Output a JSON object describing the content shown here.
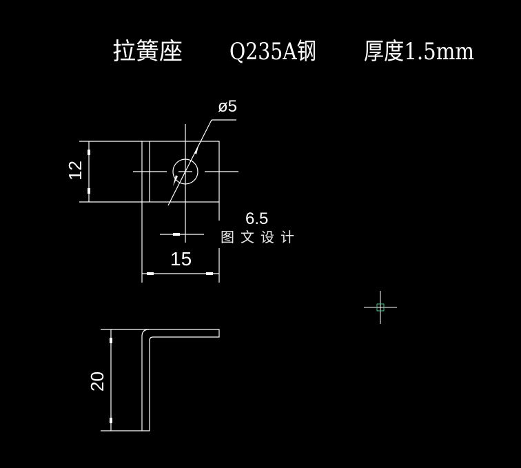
{
  "drawing": {
    "title_part": "拉簧座",
    "title_material": "Q235A钢",
    "title_thickness": "厚度1.5mm",
    "dim_diameter": "ø5",
    "dim_height_top": "12",
    "dim_width": "15",
    "dim_offset": "6.5",
    "dim_height_side": "20",
    "watermark": "图文设计"
  },
  "colors": {
    "background": "#000000",
    "lines": "#ffffff",
    "cursor_box": "#4fc08d"
  }
}
